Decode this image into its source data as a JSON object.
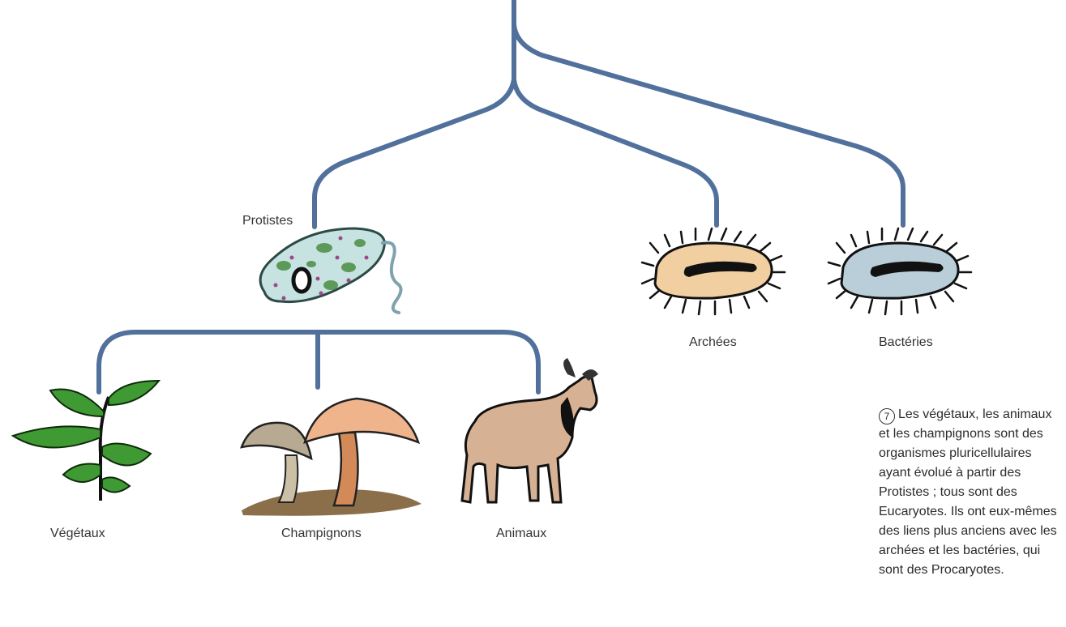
{
  "tree": {
    "branch_color": "#51719c",
    "labels": {
      "protistes": "Protistes",
      "archees": "Archées",
      "bacteries": "Bactéries",
      "vegetaux": "Végétaux",
      "champignons": "Champignons",
      "animaux": "Animaux"
    },
    "organisms": [
      {
        "name": "protist",
        "icon": "paramecium-icon"
      },
      {
        "name": "archaea",
        "icon": "archaea-icon"
      },
      {
        "name": "bacteria",
        "icon": "bacteria-icon"
      },
      {
        "name": "plant",
        "icon": "plant-icon"
      },
      {
        "name": "mushroom",
        "icon": "mushroom-icon"
      },
      {
        "name": "goat",
        "icon": "goat-icon"
      }
    ]
  },
  "caption": {
    "number": "7",
    "text": "Les végétaux, les animaux et les champignons sont des organismes pluricellulaires ayant évolué à partir des Protistes ; tous sont des Eucaryotes. Ils ont eux-mêmes des liens plus anciens avec les archées et les bactéries, qui sont des Procaryotes."
  }
}
